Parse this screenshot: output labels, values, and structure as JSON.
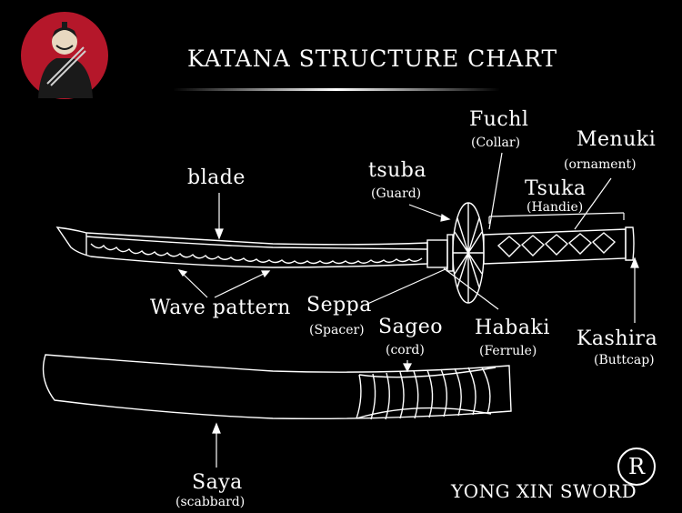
{
  "title": "KATANA STRUCTURE CHART",
  "brand": "YONG XIN SWORD",
  "registered_mark": "R",
  "colors": {
    "background": "#000000",
    "line": "#ffffff",
    "logo_red": "#b5172a",
    "logo_dark": "#1a1a1a"
  },
  "icons": {
    "logo": "samurai-avatar-icon"
  },
  "labels": {
    "blade": "blade",
    "wave_pattern": "Wave pattern",
    "tsuba": "tsuba",
    "tsuba_sub": "(Guard)",
    "fuchi": "Fuchl",
    "fuchi_sub": "(Collar)",
    "menuki": "Menuki",
    "menuki_sub": "(ornament)",
    "tsuka": "Tsuka",
    "tsuka_sub": "(Handie)",
    "seppa": "Seppa",
    "seppa_sub": "(Spacer)",
    "sageo": "Sageo",
    "sageo_sub": "(cord)",
    "habaki": "Habaki",
    "habaki_sub": "(Ferrule)",
    "kashira": "Kashira",
    "kashira_sub": "(Buttcap)",
    "saya": "Saya",
    "saya_sub": "(scabbard)"
  }
}
